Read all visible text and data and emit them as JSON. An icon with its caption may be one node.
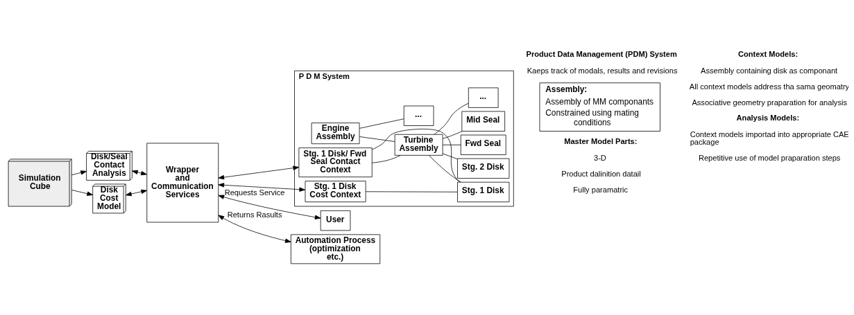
{
  "diagram": {
    "nodes": [
      {
        "text": [
          "Simulation Cube"
        ]
      },
      {
        "text": [
          "Wrapper and Communication Services"
        ]
      },
      {
        "text": [
          "Disk/Seal Contact Analysis"
        ]
      },
      {
        "text": [
          "Disk Cost Model"
        ]
      },
      {
        "text": [
          "P D M System"
        ]
      },
      {
        "text": [
          "Engine Assembly"
        ],
        "in": 4
      },
      {
        "text": [
          "Turbine Assembly"
        ],
        "in": 4
      },
      {
        "text": [
          "..."
        ],
        "in": 4
      },
      {
        "text": [
          "Stg. 1 Disk"
        ],
        "in": 4
      },
      {
        "text": [
          "Stg. 2 Disk"
        ],
        "in": 4
      },
      {
        "text": [
          "Fwd Seal"
        ],
        "in": 4
      },
      {
        "text": [
          "Mid Seal"
        ],
        "in": 4
      },
      {
        "text": [
          "..."
        ],
        "in": 4
      },
      {
        "text": [
          "Stg. 1 Disk/ Fwd Seal Contact Context"
        ],
        "in": 4
      },
      {
        "text": [
          "Stg. 1 Disk Cost Context"
        ],
        "in": 4
      },
      {
        "text": [
          "User"
        ]
      },
      {
        "text": [
          "Automation Process (optimization etc.)"
        ]
      },
      {
        "text": [
          "Assembly:",
          "Assembly of MM componants",
          "Constrained using mating conditions"
        ]
      }
    ],
    "edges": [
      {
        "from": 0,
        "to": 2,
        "arrow": "to"
      },
      {
        "from": 0,
        "to": 3,
        "arrow": "to"
      },
      {
        "from": 2,
        "to": 1,
        "arrow": "both"
      },
      {
        "from": 3,
        "to": 1,
        "arrow": "both"
      },
      {
        "from": 1,
        "to": 13,
        "arrow": "both"
      },
      {
        "from": 1,
        "to": 14,
        "arrow": "both"
      },
      {
        "from": 1,
        "to": 15,
        "arrow": "both",
        "label": "Requests Service"
      },
      {
        "from": 1,
        "to": 16,
        "arrow": "both",
        "label": "Returns Rasults"
      },
      {
        "from": 5,
        "to": 6,
        "arrow": "none"
      },
      {
        "from": 5,
        "to": 7,
        "arrow": "none"
      },
      {
        "from": 6,
        "to": 8,
        "arrow": "none"
      },
      {
        "from": 6,
        "to": 9,
        "arrow": "none"
      },
      {
        "from": 6,
        "to": 10,
        "arrow": "none"
      },
      {
        "from": 6,
        "to": 11,
        "arrow": "none"
      },
      {
        "from": 6,
        "to": 12,
        "arrow": "none"
      },
      {
        "from": 6,
        "to": 13,
        "arrow": "none"
      },
      {
        "from": 8,
        "to": 13,
        "arrow": "none"
      },
      {
        "from": 8,
        "to": 14,
        "arrow": "none"
      }
    ],
    "labels": [
      "Product Data Management (PDM) System",
      "Kaeps track of modals, results and revisions",
      "Master Model Parts:",
      "3-D",
      "Product dalinition datail",
      "Fully paramatric",
      "Context Models:",
      "Assembly containing disk as componant",
      "All context models address tha sama geomatry",
      "Associative geometry praparation for analysis",
      "Analysis Models:",
      "Context models importad into appropriate CAE package",
      "Repetitive use of model praparation steps"
    ]
  }
}
